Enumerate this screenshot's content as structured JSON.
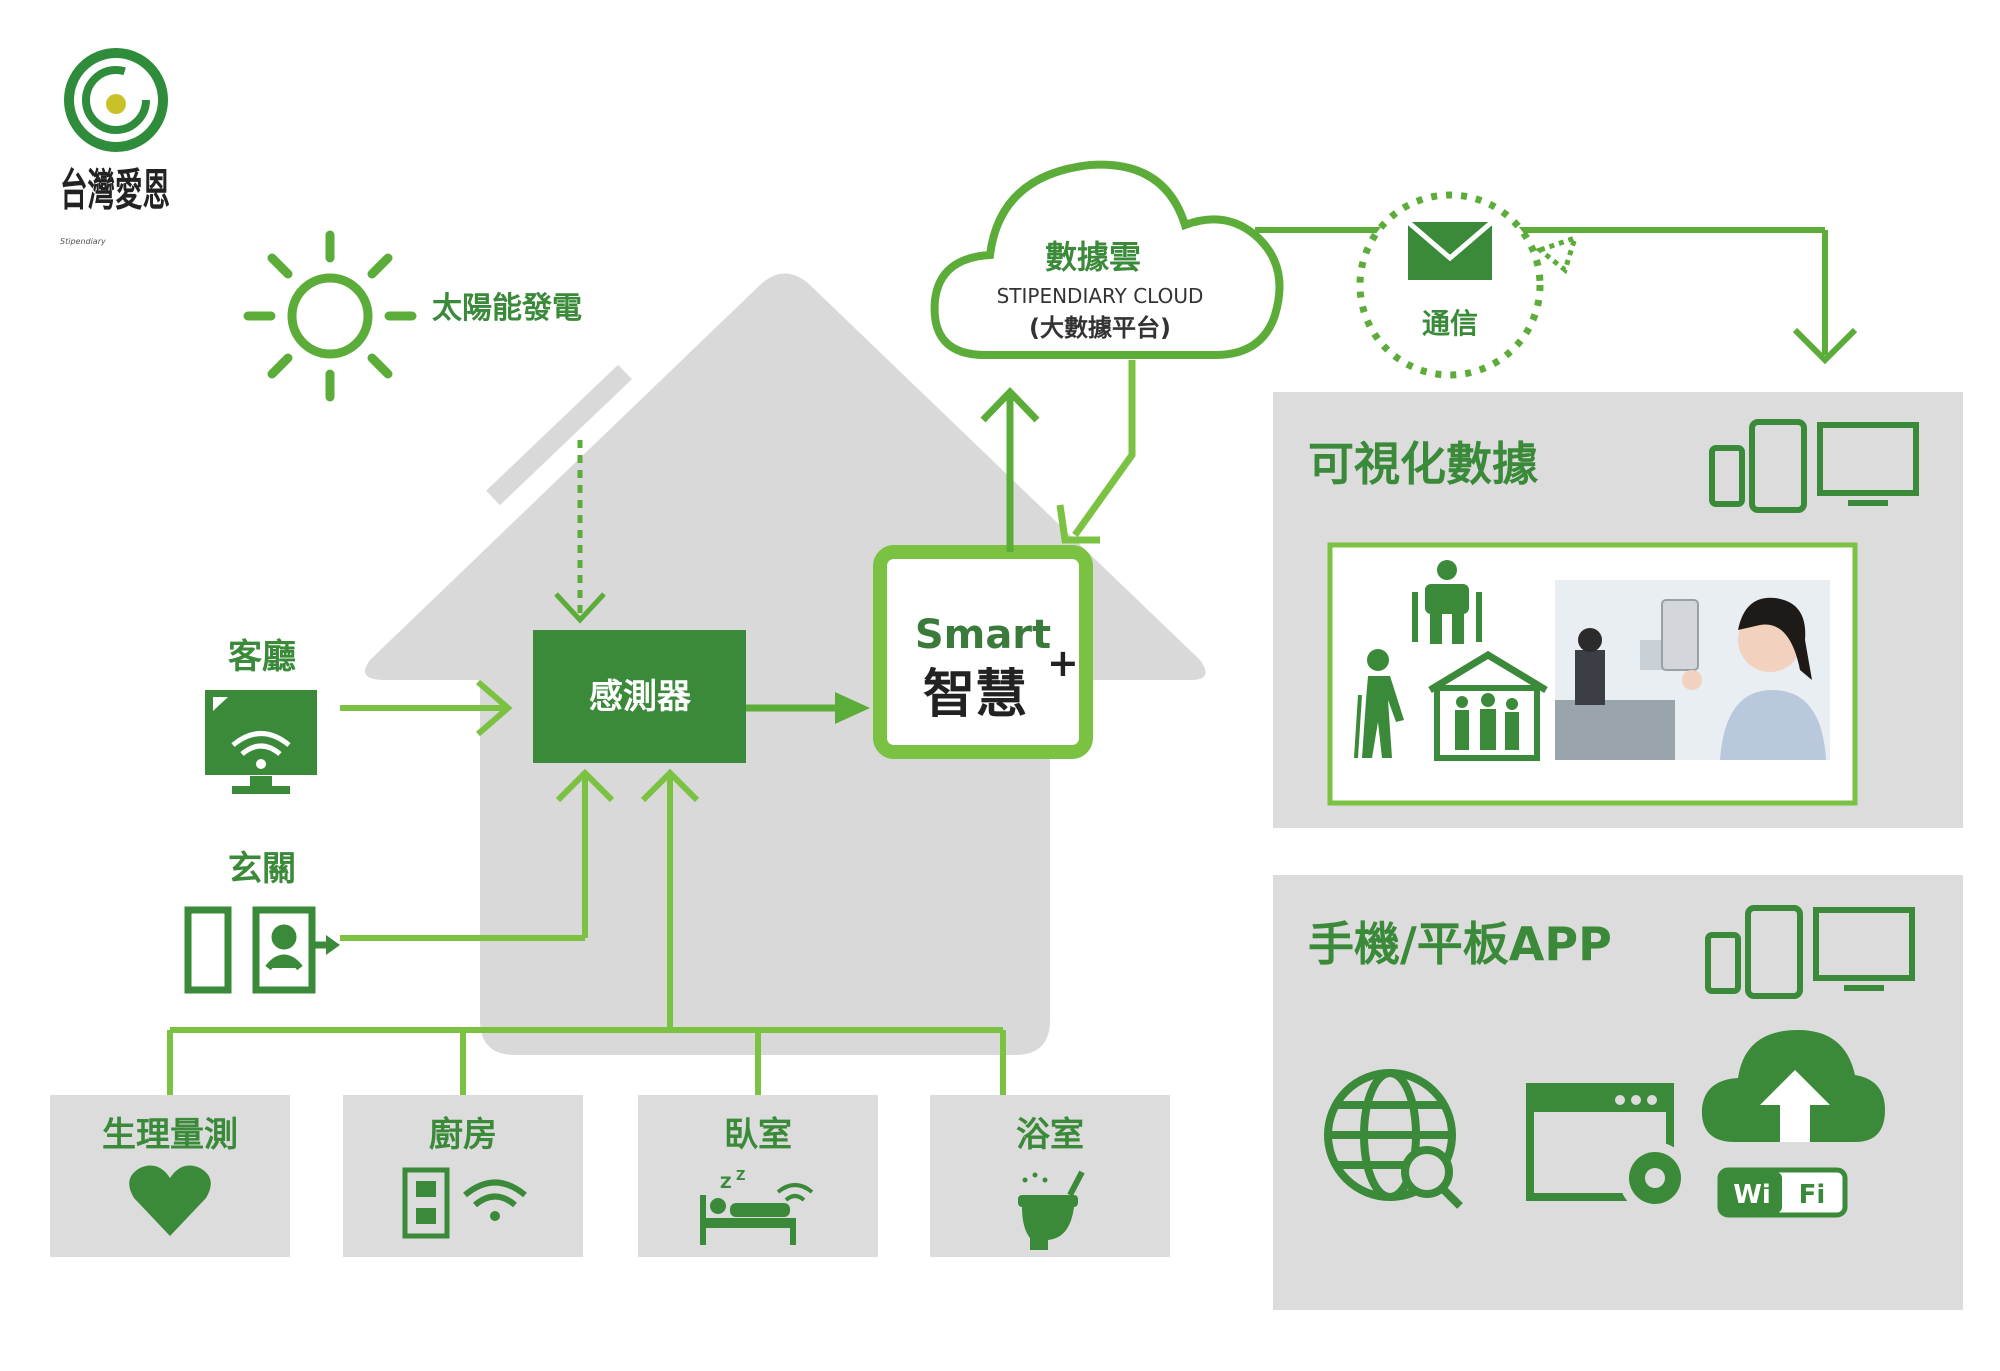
{
  "brand": {
    "logo_text": "台灣愛恩",
    "logo_subtext": "Stipendiary"
  },
  "solar": {
    "label": "太陽能發電"
  },
  "cloud": {
    "title": "數據雲",
    "subtitle": "STIPENDIARY CLOUD",
    "note": "(大數據平台)"
  },
  "comm": {
    "label": "通信"
  },
  "smart": {
    "line1": "Smart",
    "line2": "智慧",
    "plus": "+"
  },
  "sensor": {
    "label": "感測器"
  },
  "rooms": {
    "living_room": "客廳",
    "entrance": "玄關"
  },
  "bottom_boxes": [
    {
      "label": "生理量測",
      "icon": "heart-icon"
    },
    {
      "label": "廚房",
      "icon": "outlet-wifi-icon"
    },
    {
      "label": "臥室",
      "icon": "sleeping-bed-icon"
    },
    {
      "label": "浴室",
      "icon": "toilet-icon"
    }
  ],
  "panels": {
    "visual": {
      "title": "可視化數據",
      "icons": [
        "phone-icon",
        "tablet-icon",
        "monitor-icon"
      ]
    },
    "app": {
      "title": "手機/平板APP",
      "icons": [
        "phone-icon",
        "tablet-icon",
        "monitor-icon"
      ],
      "wifi_left": "Wi",
      "wifi_right": "Fi"
    }
  },
  "colors": {
    "dark_green": "#3a8a3a",
    "light_green": "#7cc242",
    "gray_house": "#d9d9d9",
    "gray_panel": "#dcdcdc"
  }
}
